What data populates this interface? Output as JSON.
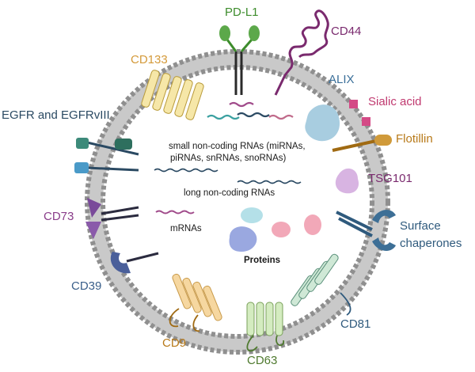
{
  "colors": {
    "pdl1": "#3d8c2c",
    "cd44": "#7a2a6e",
    "alix": "#3a6f99",
    "sialic": "#c0396f",
    "flotillin": "#b87a1a",
    "tsg101": "#7a2a6e",
    "chaperones": "#2f5a7d",
    "cd133": "#d49a3a",
    "egfr": "#2b4a63",
    "cd73": "#8a3d8a",
    "cd39": "#3a5f8a",
    "cd9": "#b87a1a",
    "cd63": "#4f7a2f",
    "cd81": "#2f5a7d"
  },
  "labels": {
    "pdl1": "PD-L1",
    "cd44": "CD44",
    "alix": "ALIX",
    "sialic": "Sialic acid",
    "flotillin": "Flotillin",
    "tsg101": "TSG101",
    "chaperones_1": "Surface",
    "chaperones_2": "chaperones",
    "cd133": "CD133",
    "egfr": "EGFR and EGFRvIII",
    "cd73": "CD73",
    "cd39": "CD39",
    "cd9": "CD9",
    "cd63": "CD63",
    "cd81": "CD81",
    "small_rna_1": "small non-coding RNAs (miRNAs,",
    "small_rna_2": "piRNAs, snRNAs, snoRNAs)",
    "lncrna": "long non-coding RNAs",
    "mrna": "mRNAs",
    "proteins": "Proteins"
  }
}
